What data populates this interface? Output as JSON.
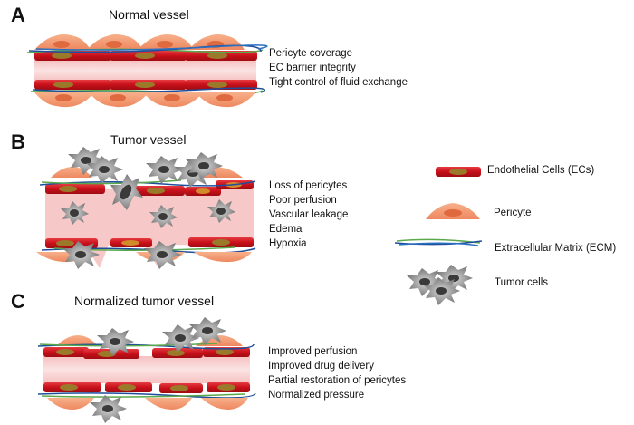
{
  "panels": [
    {
      "label": "A",
      "title": "Normal vessel",
      "features": [
        "Pericyte coverage",
        "EC barrier integrity",
        "Tight control of fluid exchange"
      ]
    },
    {
      "label": "B",
      "title": "Tumor vessel",
      "features": [
        "Loss of pericytes",
        "Poor perfusion",
        "Vascular leakage",
        "Edema",
        "Hypoxia"
      ]
    },
    {
      "label": "C",
      "title": "Normalized tumor vessel",
      "features": [
        "Improved perfusion",
        "Improved drug delivery",
        "Partial restoration of pericytes",
        "Normalized pressure"
      ]
    }
  ],
  "legend": {
    "endothelial": "Endothelial Cells (ECs)",
    "pericyte": "Pericyte",
    "ecm": "Extracellular Matrix (ECM)",
    "tumor": "Tumor cells"
  },
  "colors": {
    "endothelial": "#d0121b",
    "endothelial_nucleus": "#9a7a2a",
    "pericyte": "#f2936a",
    "lumen": "#f7c9c9",
    "ecm_blue": "#1f4e9a",
    "ecm_green": "#5aa84a",
    "tumor": "#8a8a8a",
    "tumor_core": "#3a3a3a"
  }
}
